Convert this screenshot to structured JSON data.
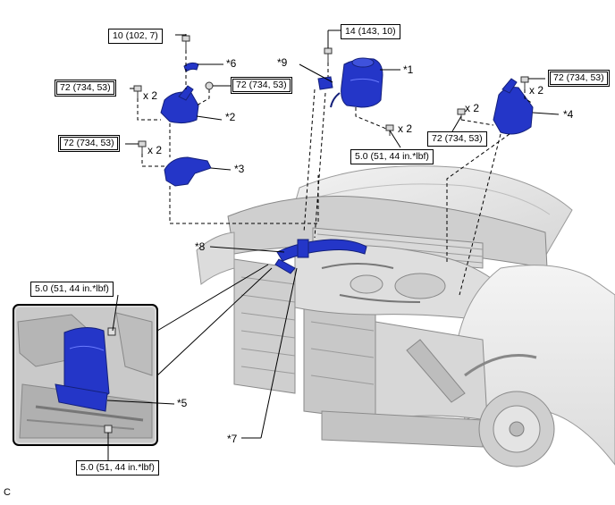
{
  "figure_code": "C",
  "colors": {
    "part_blue": "#2436c8",
    "part_dark": "#14207a",
    "line": "#000000",
    "engine_gray": "#b8b8b8"
  },
  "torque_boxes": {
    "t1": "10 (102, 7)",
    "t2": "14 (143, 10)",
    "t3": "72 (734, 53)",
    "t4": "72 (734, 53)",
    "t5": "72 (734, 53)",
    "t6": "72 (734, 53)",
    "t7": "72 (734, 53)",
    "t8": "5.0 (51, 44 in.*lbf)",
    "t9": "5.0 (51, 44 in.*lbf)",
    "t10": "5.0 (51, 44 in.*lbf)"
  },
  "quantities": {
    "q1": "x 2",
    "q2": "x 2",
    "q3": "x 2",
    "q4": "x 2",
    "q5": "x 2"
  },
  "callouts": {
    "c1": "*1",
    "c2": "*2",
    "c3": "*3",
    "c4": "*4",
    "c5": "*5",
    "c6": "*6",
    "c7": "*7",
    "c8": "*8",
    "c9": "*9"
  }
}
